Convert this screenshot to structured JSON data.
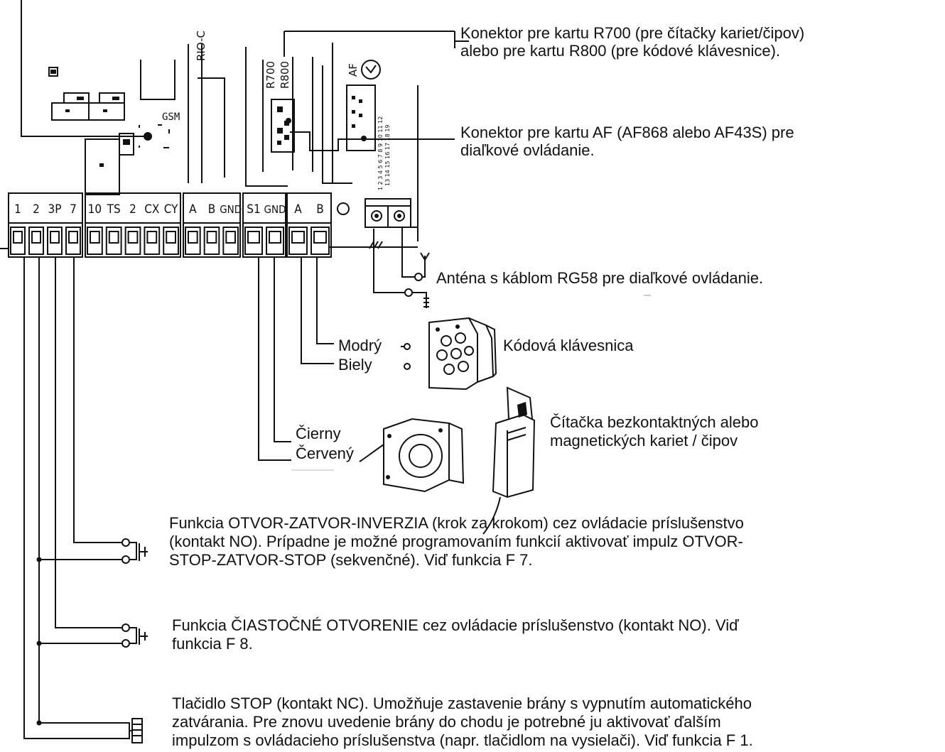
{
  "terminals": {
    "block1": [
      "1",
      "2",
      "3P",
      "7"
    ],
    "block2": [
      "10",
      "TS",
      "2",
      "CX",
      "CY"
    ],
    "block3": [
      "A",
      "B",
      "GND"
    ],
    "block4": [
      "S1",
      "GND"
    ],
    "block5": [
      "A",
      "B"
    ]
  },
  "board_labels": {
    "gsm": "GSM",
    "rioc": "RIO-C",
    "r700": "R700",
    "r800": "R800",
    "af": "AF",
    "pin_numbers_top": "1 2 3 4 5 6 7 8 9 10 11 12",
    "pin_numbers_bottom": "13 14 15 16 17 18 19"
  },
  "annotations": {
    "connector_r700_line1": "Konektor pre kartu R700 (pre čítačky kariet/čipov)",
    "connector_r700_line2": "alebo pre kartu R800 (pre kódové klávesnice).",
    "connector_af_line1": "Konektor pre kartu AF (AF868 alebo AF43S) pre",
    "connector_af_line2": "diaľkové ovládanie.",
    "antenna": "Anténa s káblom RG58 pre diaľkové ovládanie.",
    "wire_blue": "Modrý",
    "wire_white": "Biely",
    "keypad": "Kódová klávesnica",
    "wire_black": "Čierny",
    "wire_red": "Červený",
    "reader_line1": "Čítačka bezkontaktných alebo",
    "reader_line2": "magnetických kariet / čipov",
    "func_step_line1": "Funkcia OTVOR-ZATVOR-INVERZIA (krok za krokom) cez ovládacie príslušenstvo",
    "func_step_line2": "(kontakt NO). Prípadne je možné programovaním funkcií aktivovať impulz OTVOR-",
    "func_step_line3": "STOP-ZATVOR-STOP (sekvenčné). Viď funkcia F 7.",
    "func_partial_line1": "Funkcia ČIASTOČNÉ OTVORENIE cez ovládacie príslušenstvo (kontakt NO). Viď",
    "func_partial_line2": "funkcia F 8.",
    "func_stop_line1": "Tlačidlo STOP (kontakt NC). Umožňuje zastavenie brány s vypnutím automatického",
    "func_stop_line2": "zatvárania. Pre znovu uvedenie brány do chodu je potrebné ju aktivovať ďalším",
    "func_stop_line3": "impulzom s ovládacieho príslušenstva (napr. tlačidlom na vysielači). Viď funkcia F 1."
  },
  "colors": {
    "line": "#111111",
    "background": "#ffffff"
  }
}
